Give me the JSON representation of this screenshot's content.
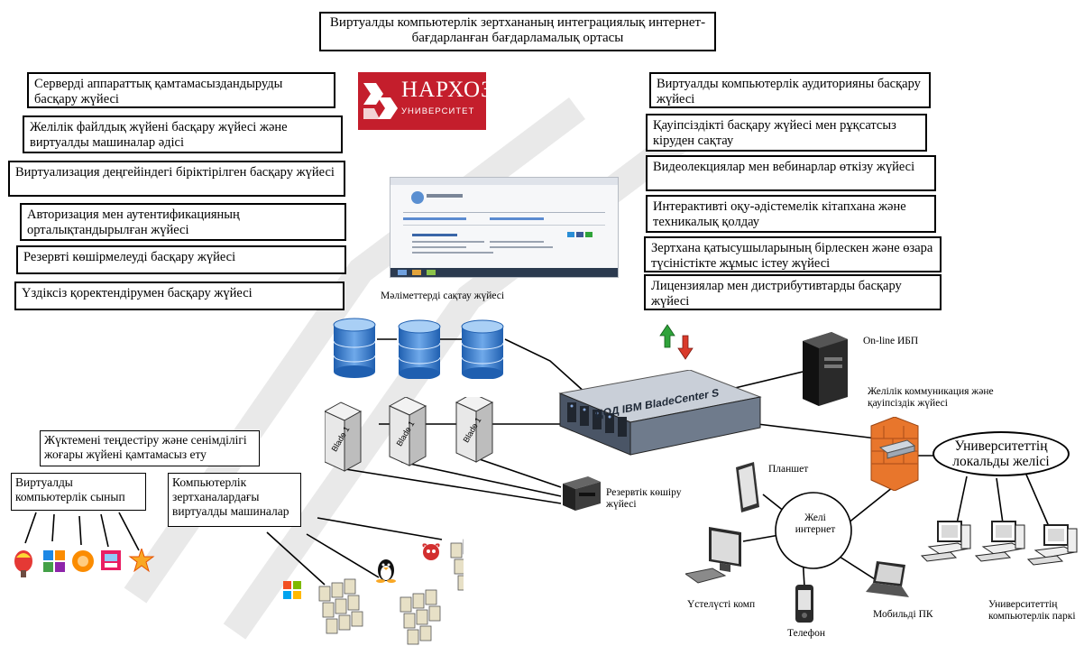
{
  "title": "Виртуалды компьютерлік зертхананың интеграциялық интернет-бағдарланған бағдарламалық ортасы",
  "logo": {
    "name": "НАРХОЗ",
    "subtitle": "УНИВЕРСИТЕТ"
  },
  "left_boxes": [
    "Серверді аппараттық қамтамасыздандыруды басқару жүйесі",
    "Желілік файлдық жүйені басқару жүйесі және виртуалды машиналар әдісі",
    "Виртуализация деңгейіндегі біріктірілген басқару жүйесі",
    "Авторизация мен аутентификацияның орталықтандырылған жүйесі",
    "Резервті көшірмелеуді басқару жүйесі",
    "Үздіксіз қоректендірумен басқару жүйесі"
  ],
  "right_boxes": [
    "Виртуалды компьютерлік аудиторияны басқару жүйесі",
    "Қауіпсіздікті басқару жүйесі мен рұқсатсыз кіруден сақтау",
    "Видеолекциялар мен вебинарлар өткізу жүйесі",
    "Интерактивті оқу-әдістемелік кітапхана және техникалық қолдау",
    "Зертхана қатысушыларының бірлескен және өзара түсіністікте жұмыс істеу жүйесі",
    "Лицензиялар мен дистрибутивтарды басқару жүйесі"
  ],
  "labels": {
    "storage": "Мәліметтерді сақтау жүйесі",
    "ups": "On-line ИБП",
    "center": "ЦОД IBM BladeCenter S",
    "blade": "Blade 1",
    "network_security": "Желілік коммуникация және қауіпсіздік жүйесі",
    "university_network": "Университеттің локальды желісі",
    "load_balance": "Жүктемені теңдестіру және сенімділігі жоғары жүйені қамтамасыз ету",
    "virtual_class": "Виртуалды компьютерлік сынып",
    "virtual_machines": "Компьютерлік зертханалардағы виртуалды машиналар",
    "backup": "Резервтік көшіру жүйесі",
    "tablet": "Планшет",
    "internet": "Желі интернет",
    "desktop": "Үстелүсті комп",
    "phone": "Телефон",
    "laptop": "Мобильді ПК",
    "park": "Университеттің компьютерлік паркі"
  },
  "icons": [
    "storage-disk-icon",
    "server-tower-icon",
    "rack-server-icon",
    "blade-server-icon",
    "firewall-icon",
    "computer-icon",
    "tablet-icon",
    "monitor-icon",
    "phone-icon",
    "laptop-icon",
    "server-cluster-icon",
    "windows-icon",
    "linux-icon",
    "bsd-icon",
    "app-icon"
  ],
  "colors": {
    "logo_red": "#c41e2c",
    "arrow_up": "#2fa33a",
    "arrow_down": "#d93a2b",
    "firewall": "#e8762c",
    "storage_blue": "#3b7fd4"
  }
}
